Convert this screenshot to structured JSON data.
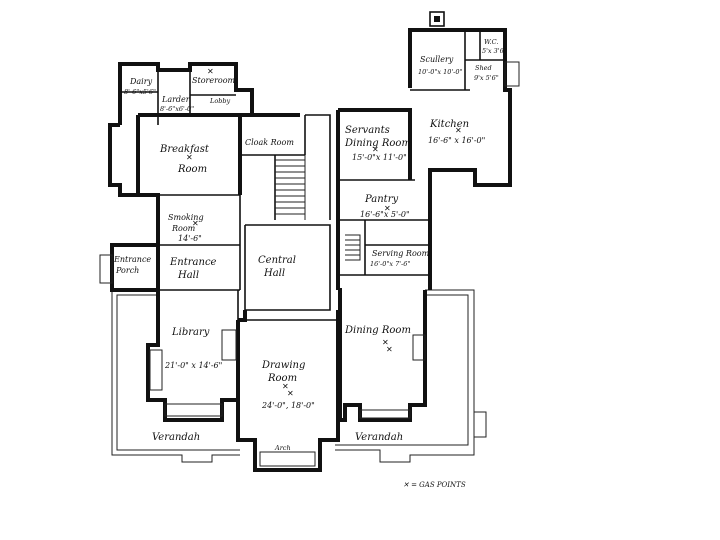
{
  "rooms": {
    "dairy": {
      "name": "Dairy",
      "dim": "8'-6\"x5'6\""
    },
    "larder": {
      "name": "Larder",
      "dim": "8'-6\"x6'-0\""
    },
    "storeroom": {
      "name": "Storeroom"
    },
    "lobby": {
      "name": "Lobby"
    },
    "breakfast": {
      "name1": "Breakfast",
      "name2": "Room"
    },
    "cloakroom": {
      "name": "Cloak Room"
    },
    "servants": {
      "name1": "Servants",
      "name2": "Dining Room",
      "dim": "15'-0\"x 11'-0\""
    },
    "kitchen": {
      "name": "Kitchen",
      "dim": "16'-6\" x 16'-0\""
    },
    "scullery": {
      "name": "Scullery",
      "dim": "10'-0\"x 10'-0\""
    },
    "shed": {
      "name": "Shed",
      "dim": "9'x 5'6\""
    },
    "wc": {
      "name": "W.C.",
      "dim": "5'x 3'6\""
    },
    "pantry": {
      "name": "Pantry",
      "dim": "16'-6\"x 5'-0\""
    },
    "smoking": {
      "name1": "Smoking",
      "name2": "Room",
      "dim": "14'-6\""
    },
    "serving": {
      "name": "Serving Room",
      "dim": "16'-0\"x 7'-6\""
    },
    "porch": {
      "name1": "Entrance",
      "name2": "Porch"
    },
    "entrance_hall": {
      "name1": "Entrance",
      "name2": "Hall"
    },
    "central_hall": {
      "name1": "Central",
      "name2": "Hall"
    },
    "library": {
      "name": "Library",
      "dim": "21'-0\" x 14'-6\""
    },
    "drawing": {
      "name1": "Drawing",
      "name2": "Room",
      "dim": "24'-0\", 18'-0\""
    },
    "dining": {
      "name": "Dining Room"
    }
  },
  "labels": {
    "verandah_left": "Verandah",
    "verandah_right": "Verandah",
    "arch": "Arch",
    "key": "✕ = GAS POINTS"
  }
}
